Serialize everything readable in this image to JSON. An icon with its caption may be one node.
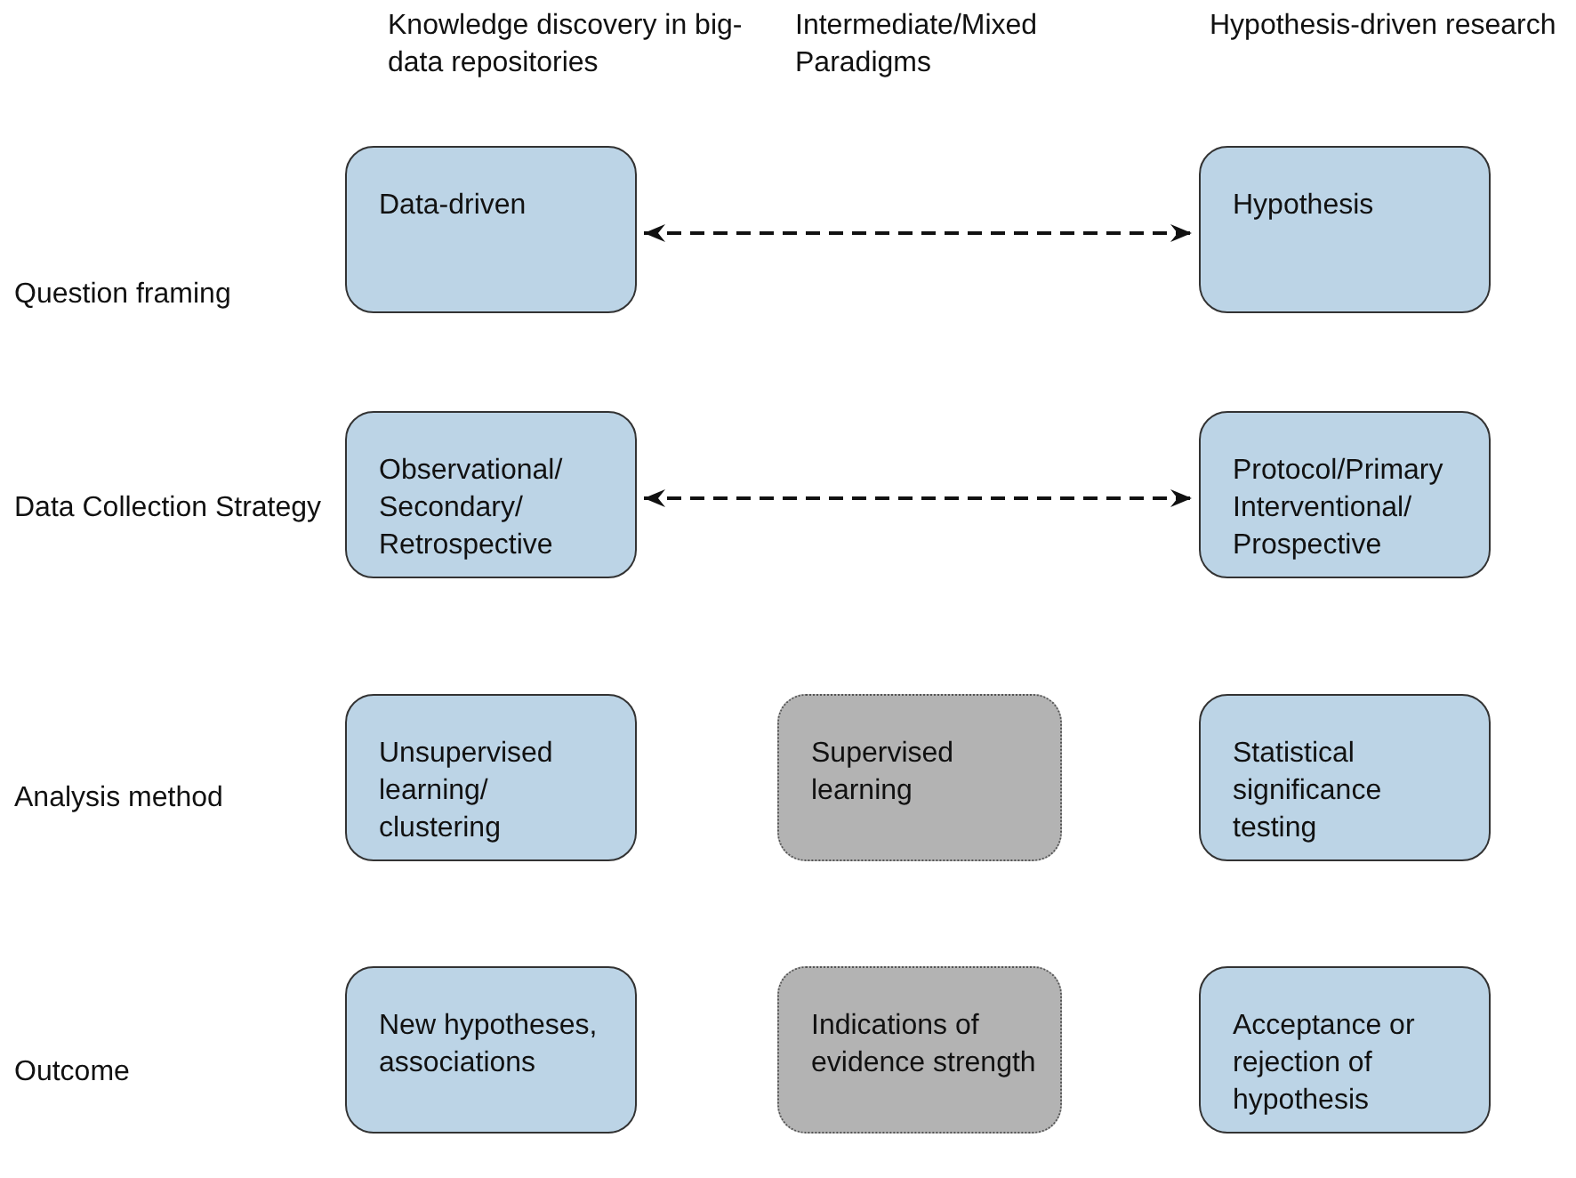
{
  "diagram": {
    "nodes": [
      {
        "text": [
          "Data-driven"
        ]
      },
      {
        "text": [
          "Hypothesis"
        ]
      },
      {
        "text": [
          "Observational/ Secondary/ Retrospective"
        ]
      },
      {
        "text": [
          "Protocol/Primary Interventional/ Prospective"
        ]
      },
      {
        "text": [
          "Unsupervised learning/ clustering"
        ]
      },
      {
        "text": [
          "Supervised learning"
        ]
      },
      {
        "text": [
          "Statistical significance testing"
        ]
      },
      {
        "text": [
          "New hypotheses, associations"
        ]
      },
      {
        "text": [
          "Indications of evidence strength"
        ]
      },
      {
        "text": [
          "Acceptance or rejection of hypothesis"
        ]
      }
    ],
    "edges": [
      {
        "from": 0,
        "to": 1,
        "arrow": "both",
        "style": "dashed"
      },
      {
        "from": 2,
        "to": 3,
        "arrow": "both",
        "style": "dashed"
      }
    ],
    "labels": [
      "Knowledge discovery in big-data repositories",
      "Intermediate/Mixed Paradigms",
      "Hypothesis-driven research",
      "Question framing",
      "Data Collection Strategy",
      "Analysis method",
      "Outcome"
    ]
  }
}
